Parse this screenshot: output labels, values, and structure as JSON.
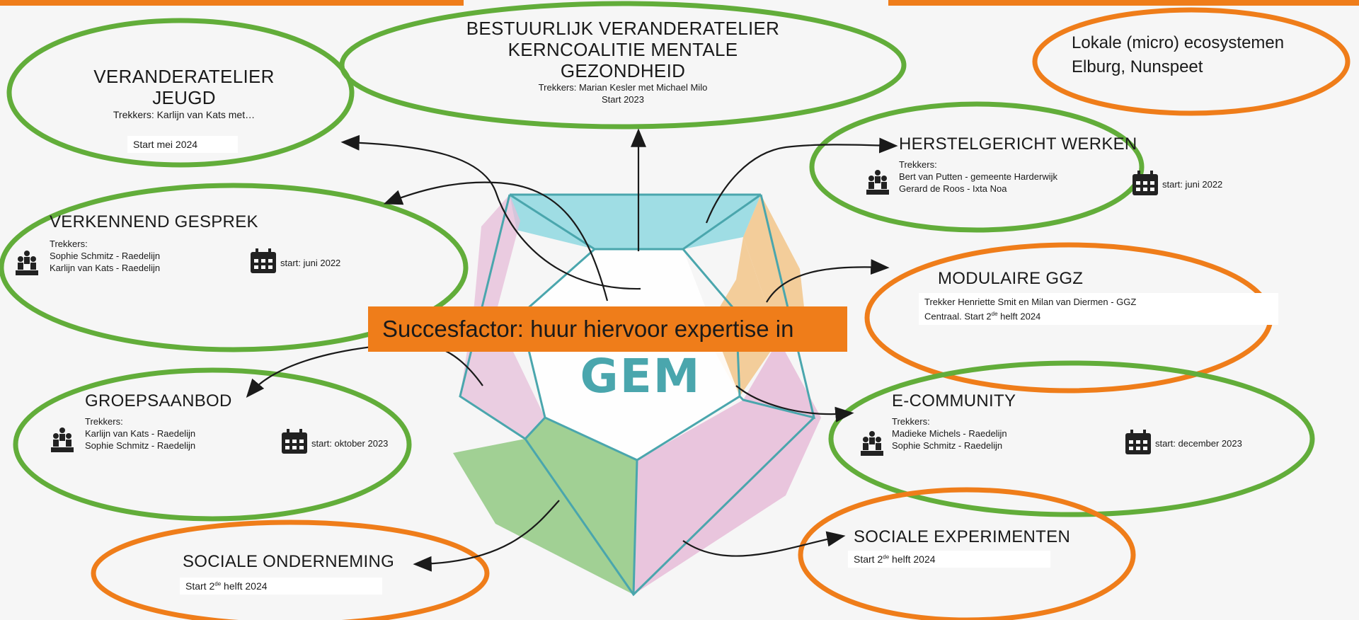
{
  "colors": {
    "green": "#62ad3a",
    "orange": "#ef7d1a",
    "cyan": "#8fd8e0",
    "peach": "#f2c58a",
    "pink": "#e6bcd8",
    "lightgreen": "#98cc8a",
    "gem_teal": "#4aa6ad"
  },
  "icons": {
    "people": "people-group-icon",
    "calendar": "calendar-icon",
    "arrow": "curved-arrow-icon"
  },
  "gem": {
    "label": "GEM"
  },
  "callout": {
    "text": "Succesfactor: huur hiervoor expertise in"
  },
  "nodes": {
    "bestuurlijk": {
      "title_line1": "BESTUURLIJK VERANDERATELIER",
      "title_line2": "KERNCOALITIE MENTALE",
      "title_line3": "GEZONDHEID",
      "trekkers": "Trekkers: Marian Kesler met Michael Milo",
      "start": "Start 2023"
    },
    "lokale": {
      "line1": "Lokale (micro) ecosystemen",
      "line2": "Elburg,  Nunspeet"
    },
    "jeugd": {
      "title_line1": "VERANDERATELIER",
      "title_line2": "JEUGD",
      "trekkers": "Trekkers: Karlijn van Kats met…",
      "start": "Start mei 2024"
    },
    "herstel": {
      "title": "HERSTELGERICHT WERKEN",
      "label": "Trekkers:",
      "person1": "Bert van Putten - gemeente Harderwijk",
      "person2": "Gerard de Roos - Ixta Noa",
      "start": "start: juni 2022"
    },
    "verkennend": {
      "title": "VERKENNEND GESPREK",
      "label": "Trekkers:",
      "person1": "Sophie Schmitz - Raedelijn",
      "person2": "Karlijn van Kats - Raedelijn",
      "start": "start: juni 2022"
    },
    "modulaire": {
      "title": "MODULAIRE GGZ",
      "line1": "Trekker Henriette  Smit en Milan van Diermen  - GGZ",
      "line2": "Centraal. Start 2",
      "sup": "de",
      "line2b": " helft 2024"
    },
    "groeps": {
      "title": "GROEPSAANBOD",
      "label": "Trekkers:",
      "person1": "Karlijn van Kats - Raedelijn",
      "person2": "Sophie Schmitz - Raedelijn",
      "start": "start: oktober 2023"
    },
    "ecommunity": {
      "title": "E-COMMUNITY",
      "label": "Trekkers:",
      "person1": "Madieke Michels - Raedelijn",
      "person2": "Sophie Schmitz - Raedelijn",
      "start": "start: december 2023"
    },
    "sociale_onderneming": {
      "title": "SOCIALE ONDERNEMING",
      "start_a": "Start 2",
      "sup": "de",
      "start_b": " helft 2024"
    },
    "sociale_experimenten": {
      "title": "SOCIALE EXPERIMENTEN",
      "start_a": "Start 2",
      "sup": "de",
      "start_b": " helft 2024"
    }
  }
}
